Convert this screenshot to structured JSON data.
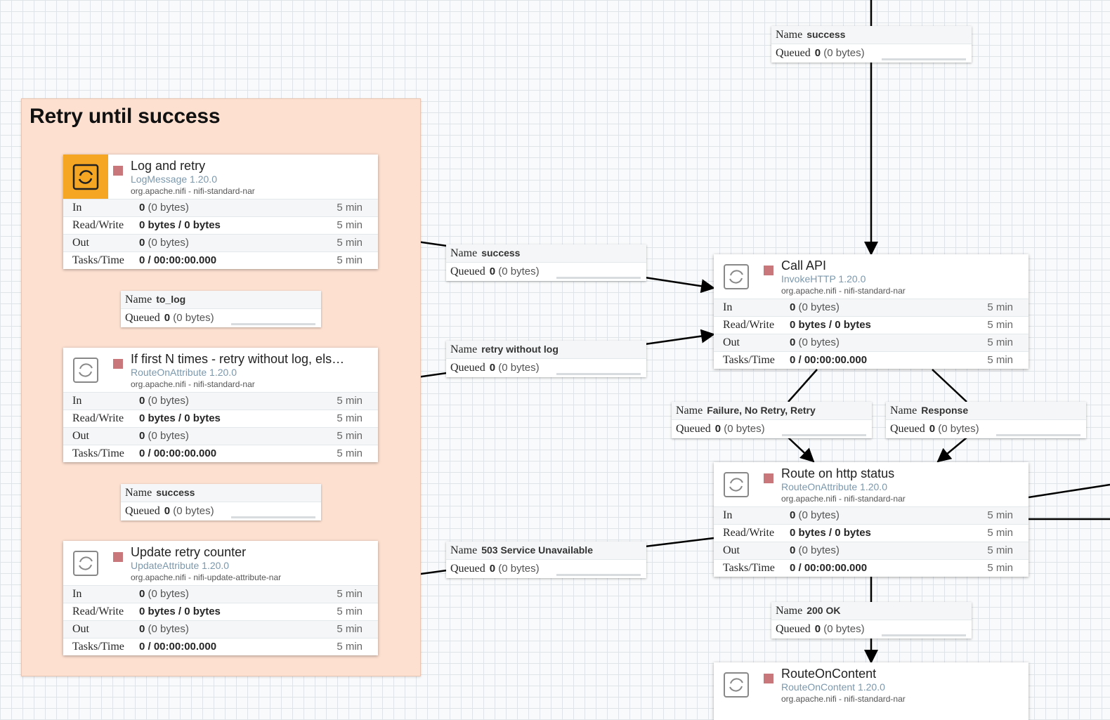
{
  "group": {
    "title": "Retry until success"
  },
  "stat_labels": {
    "in": "In",
    "rw": "Read/Write",
    "out": "Out",
    "tasks": "Tasks/Time"
  },
  "conn_labels": {
    "name": "Name",
    "queued": "Queued"
  },
  "processors": {
    "log_retry": {
      "name": "Log and retry",
      "type": "LogMessage 1.20.0",
      "bundle": "org.apache.nifi - nifi-standard-nar",
      "in_count": "0",
      "in_bytes": "(0 bytes)",
      "rw": "0 bytes / 0 bytes",
      "out_count": "0",
      "out_bytes": "(0 bytes)",
      "tasks": "0 / 00:00:00.000",
      "window": "5 min"
    },
    "if_first": {
      "name": "If first N times - retry without log, els…",
      "type": "RouteOnAttribute 1.20.0",
      "bundle": "org.apache.nifi - nifi-standard-nar",
      "in_count": "0",
      "in_bytes": "(0 bytes)",
      "rw": "0 bytes / 0 bytes",
      "out_count": "0",
      "out_bytes": "(0 bytes)",
      "tasks": "0 / 00:00:00.000",
      "window": "5 min"
    },
    "update_retry": {
      "name": "Update retry counter",
      "type": "UpdateAttribute 1.20.0",
      "bundle": "org.apache.nifi - nifi-update-attribute-nar",
      "in_count": "0",
      "in_bytes": "(0 bytes)",
      "rw": "0 bytes / 0 bytes",
      "out_count": "0",
      "out_bytes": "(0 bytes)",
      "tasks": "0 / 00:00:00.000",
      "window": "5 min"
    },
    "call_api": {
      "name": "Call API",
      "type": "InvokeHTTP 1.20.0",
      "bundle": "org.apache.nifi - nifi-standard-nar",
      "in_count": "0",
      "in_bytes": "(0 bytes)",
      "rw": "0 bytes / 0 bytes",
      "out_count": "0",
      "out_bytes": "(0 bytes)",
      "tasks": "0 / 00:00:00.000",
      "window": "5 min"
    },
    "route_http": {
      "name": "Route on http status",
      "type": "RouteOnAttribute 1.20.0",
      "bundle": "org.apache.nifi - nifi-standard-nar",
      "in_count": "0",
      "in_bytes": "(0 bytes)",
      "rw": "0 bytes / 0 bytes",
      "out_count": "0",
      "out_bytes": "(0 bytes)",
      "tasks": "0 / 00:00:00.000",
      "window": "5 min"
    },
    "route_content": {
      "name": "RouteOnContent",
      "type": "RouteOnContent 1.20.0",
      "bundle": "org.apache.nifi - nifi-standard-nar"
    }
  },
  "connections": {
    "top_success": {
      "name": "success",
      "count": "0",
      "bytes": "(0 bytes)"
    },
    "log_success": {
      "name": "success",
      "count": "0",
      "bytes": "(0 bytes)"
    },
    "to_log": {
      "name": "to_log",
      "count": "0",
      "bytes": "(0 bytes)"
    },
    "retry_no_log": {
      "name": "retry without log",
      "count": "0",
      "bytes": "(0 bytes)"
    },
    "inner_success": {
      "name": "success",
      "count": "0",
      "bytes": "(0 bytes)"
    },
    "failure": {
      "name": "Failure, No Retry, Retry",
      "count": "0",
      "bytes": "(0 bytes)"
    },
    "response": {
      "name": "Response",
      "count": "0",
      "bytes": "(0 bytes)"
    },
    "s503": {
      "name": "503 Service Unavailable",
      "count": "0",
      "bytes": "(0 bytes)"
    },
    "ok200": {
      "name": "200 OK",
      "count": "0",
      "bytes": "(0 bytes)"
    }
  },
  "colors": {
    "group_bg": "#fde0d0",
    "highlight_icon": "#f5a623",
    "stopped": "#c9777b",
    "type_text": "#7b98ad"
  },
  "icons": {
    "processor": "processor-icon",
    "stopped": "stopped-status-icon"
  }
}
